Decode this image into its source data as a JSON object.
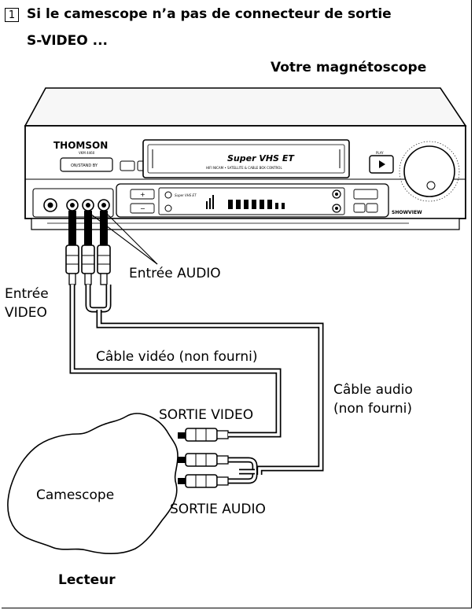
{
  "step": {
    "number": "1",
    "title_line1": "Si le camescope n’a pas de connecteur de sortie",
    "title_line2": "S-VIDEO ..."
  },
  "vcr": {
    "heading": "Votre magnétoscope",
    "brand": "THOMSON",
    "display_title": "Super VHS ET",
    "display_subtitle": "HIFI NICAM • SATELLITE & CABLE BOX CONTROL",
    "play_label": "PLAY",
    "showview": "SHOWVIEW"
  },
  "labels": {
    "audio_input": "Entrée AUDIO",
    "video_input_line1": "Entrée",
    "video_input_line2": "VIDEO",
    "video_cable": "Câble vidéo (non fourni)",
    "audio_cable_line1": "Câble audio",
    "audio_cable_line2": "(non fourni)",
    "video_output": "SORTIE VIDEO",
    "audio_output": "SORTIE AUDIO",
    "camcorder": "Camescope",
    "player": "Lecteur"
  }
}
